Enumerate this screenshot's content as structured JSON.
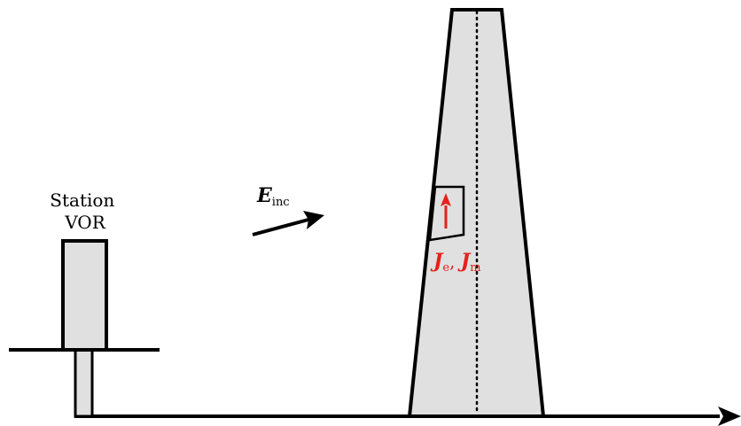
{
  "labels": {
    "station_line1": "Station",
    "station_line2": "VOR",
    "incident_field_symbol": "E",
    "incident_field_subscript": "inc",
    "current_e_symbol": "J",
    "current_e_subscript": "e",
    "separator": ", ",
    "current_m_symbol": "J",
    "current_m_subscript": "m"
  },
  "colors": {
    "outline": "#000000",
    "fill": "#e0e0e0",
    "current_accent": "#e8201b",
    "background": "#ffffff"
  }
}
